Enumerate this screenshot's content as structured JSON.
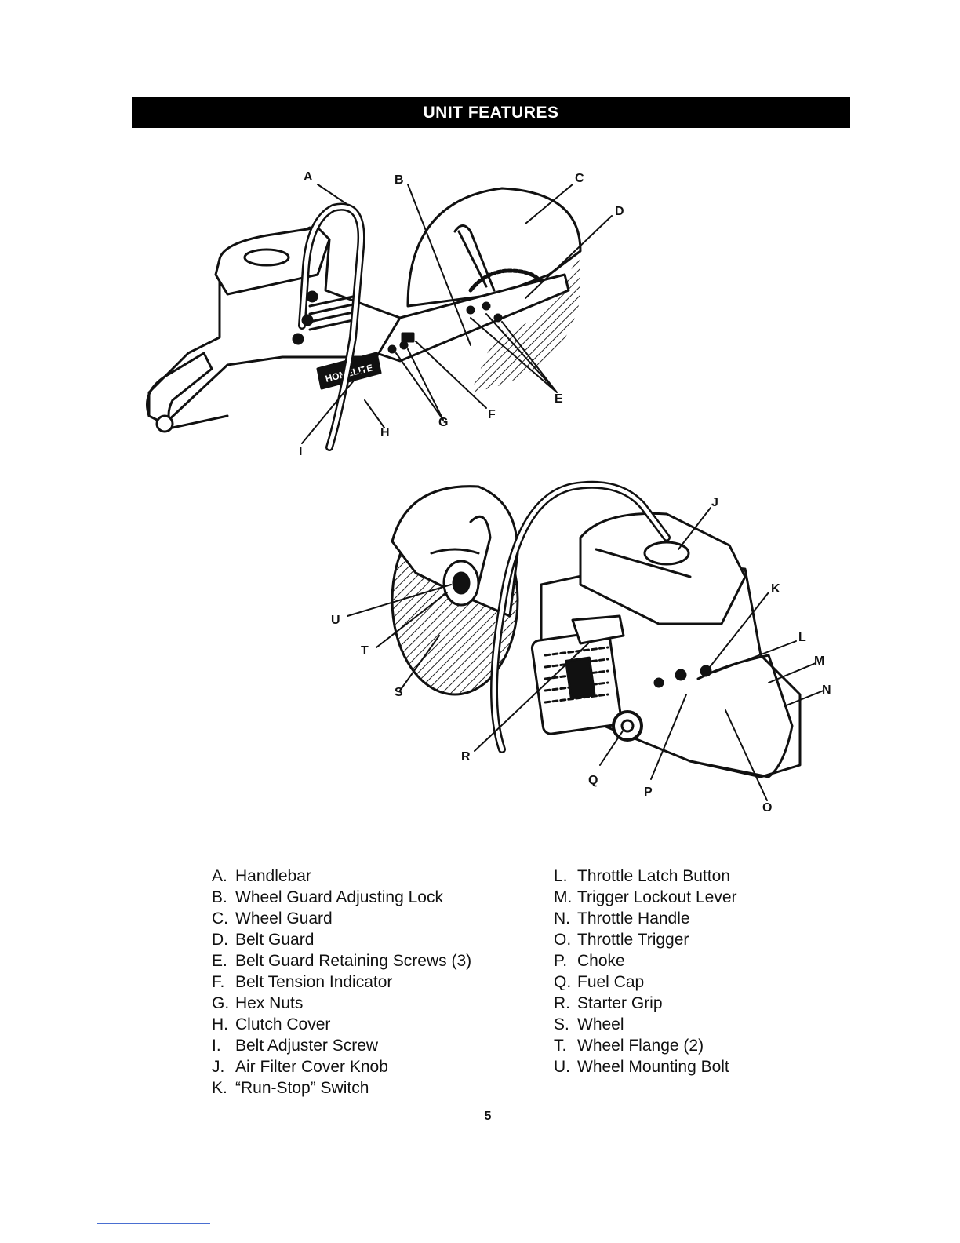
{
  "page": {
    "title": "UNIT FEATURES",
    "page_number": "5"
  },
  "figure1_callouts": [
    "A",
    "B",
    "C",
    "D",
    "E",
    "F",
    "G",
    "H",
    "I"
  ],
  "figure2_callouts": [
    "J",
    "K",
    "L",
    "M",
    "N",
    "O",
    "P",
    "Q",
    "R",
    "S",
    "T",
    "U"
  ],
  "legend_left": [
    {
      "key": "A.",
      "label": "Handlebar"
    },
    {
      "key": "B.",
      "label": "Wheel Guard Adjusting Lock"
    },
    {
      "key": "C.",
      "label": "Wheel Guard"
    },
    {
      "key": "D.",
      "label": "Belt Guard"
    },
    {
      "key": "E.",
      "label": "Belt Guard Retaining Screws (3)"
    },
    {
      "key": "F.",
      "label": "Belt Tension Indicator"
    },
    {
      "key": "G.",
      "label": "Hex Nuts"
    },
    {
      "key": "H.",
      "label": "Clutch Cover"
    },
    {
      "key": "I.",
      "label": "Belt Adjuster Screw"
    },
    {
      "key": "J.",
      "label": "Air Filter Cover Knob"
    },
    {
      "key": "K.",
      "label": "“Run-Stop” Switch"
    }
  ],
  "legend_right": [
    {
      "key": "L.",
      "label": "Throttle Latch Button"
    },
    {
      "key": "M.",
      "label": "Trigger Lockout Lever"
    },
    {
      "key": "N.",
      "label": "Throttle Handle"
    },
    {
      "key": "O.",
      "label": "Throttle Trigger"
    },
    {
      "key": "P.",
      "label": "Choke"
    },
    {
      "key": "Q.",
      "label": "Fuel Cap"
    },
    {
      "key": "R.",
      "label": "Starter Grip"
    },
    {
      "key": "S.",
      "label": "Wheel"
    },
    {
      "key": "T.",
      "label": "Wheel Flange (2)"
    },
    {
      "key": "U.",
      "label": "Wheel Mounting Bolt"
    }
  ]
}
